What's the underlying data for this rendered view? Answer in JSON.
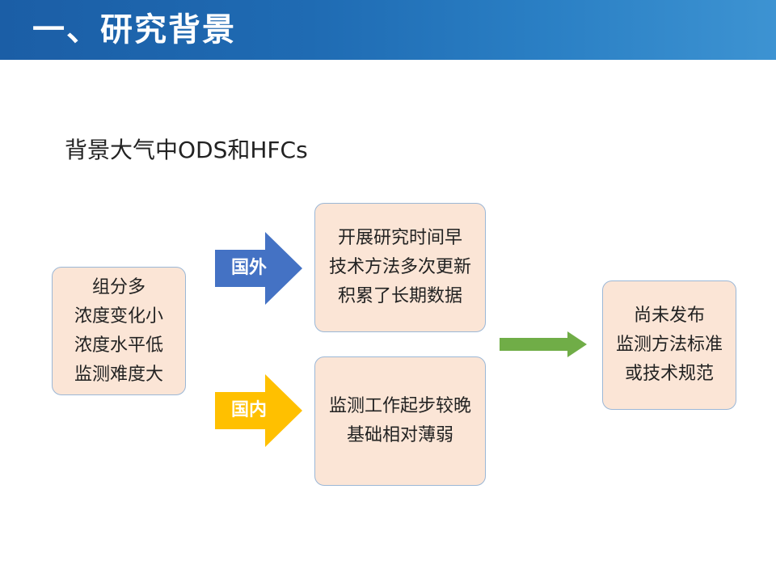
{
  "header": {
    "title": "一、研究背景"
  },
  "subtitle": "背景大气中ODS和HFCs",
  "colors": {
    "header_blue": "#1f6bb3",
    "box_fill": "#fbe5d6",
    "box_border": "#9bb7d6",
    "arrow_blue": "#4472c4",
    "arrow_yellow": "#ffc000",
    "arrow_green": "#70ad47"
  },
  "left_box": {
    "lines": [
      "组分多",
      "浓度变化小",
      "浓度水平低",
      "监测难度大"
    ]
  },
  "arrows": {
    "foreign_label": "国外",
    "domestic_label": "国内"
  },
  "foreign_box": {
    "lines": [
      "开展研究时间早",
      "技术方法多次更新",
      "积累了长期数据"
    ]
  },
  "domestic_box": {
    "lines": [
      "监测工作起步较晚",
      "基础相对薄弱"
    ]
  },
  "right_box": {
    "lines": [
      "尚未发布",
      "监测方法标准",
      "或技术规范"
    ]
  }
}
